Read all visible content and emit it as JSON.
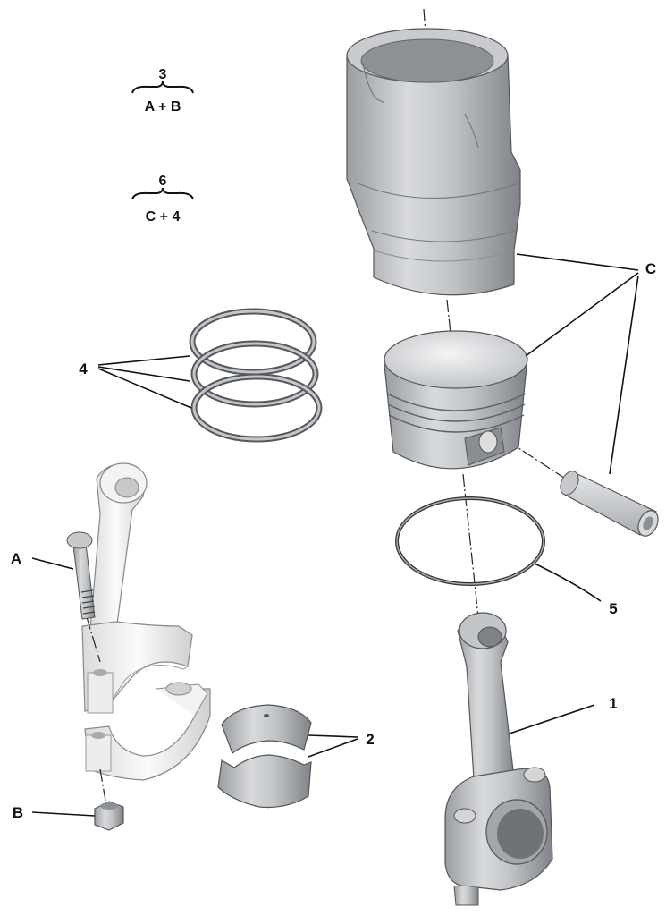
{
  "callouts": {
    "A": "A",
    "B": "B",
    "C": "C",
    "n1": "1",
    "n2": "2",
    "n4": "4",
    "n5": "5"
  },
  "formulas": [
    {
      "top": "3",
      "bottom": "A + B"
    },
    {
      "top": "6",
      "bottom": "C + 4"
    }
  ],
  "colors": {
    "part_dark": "#8f9296",
    "part_mid": "#b4b7bb",
    "part_light": "#e2e4e6",
    "rod_light": "#f2f2f2",
    "line": "#111111"
  }
}
